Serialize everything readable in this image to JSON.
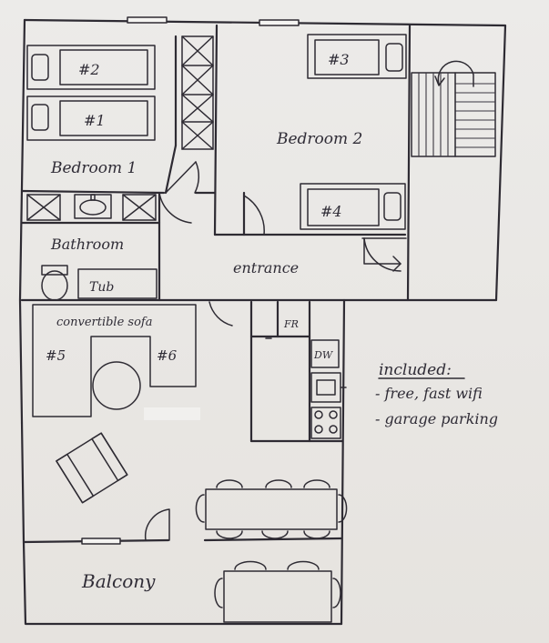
{
  "rooms": {
    "bedroom1": "Bedroom 1",
    "bedroom2": "Bedroom 2",
    "bathroom": "Bathroom",
    "entrance": "entrance",
    "balcony": "Balcony"
  },
  "beds": {
    "bed1": "#1",
    "bed2": "#2",
    "bed3": "#3",
    "bed4": "#4",
    "bed5": "#5",
    "bed6": "#6"
  },
  "fixtures": {
    "tub": "Tub",
    "sofa": "convertible sofa",
    "fridge": "FR",
    "dishwasher": "DW"
  },
  "notes": {
    "heading": "included:",
    "items": [
      "- free, fast wifi",
      "- garage parking"
    ]
  }
}
